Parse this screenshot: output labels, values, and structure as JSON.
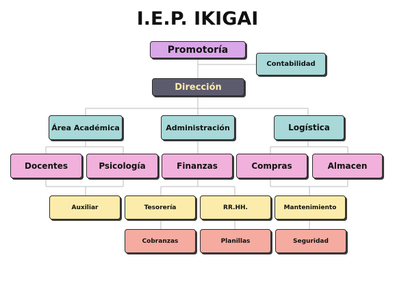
{
  "title": "I.E.P. IKIGAI",
  "nodes": {
    "promotoria": "Promotoría",
    "contabilidad": "Contabilidad",
    "direccion": "Dirección",
    "area_academica": "Área Académica",
    "administracion": "Administración",
    "logistica": "Logística",
    "docentes": "Docentes",
    "psicologia": "Psicología",
    "finanzas": "Finanzas",
    "compras": "Compras",
    "almacen": "Almacen",
    "auxiliar": "Auxiliar",
    "tesoreria": "Tesorería",
    "rrhh": "RR.HH.",
    "mantenimiento": "Mantenimiento",
    "cobranzas": "Cobranzas",
    "planillas": "Planillas",
    "seguridad": "Seguridad"
  },
  "colors": {
    "purple": "#d9a6e8",
    "dark": "#5c5b6e",
    "teal": "#a8d8d8",
    "pink": "#f2b0dc",
    "yellow": "#fbecab",
    "salmon": "#f5aba0",
    "line": "#bbbbbb"
  }
}
